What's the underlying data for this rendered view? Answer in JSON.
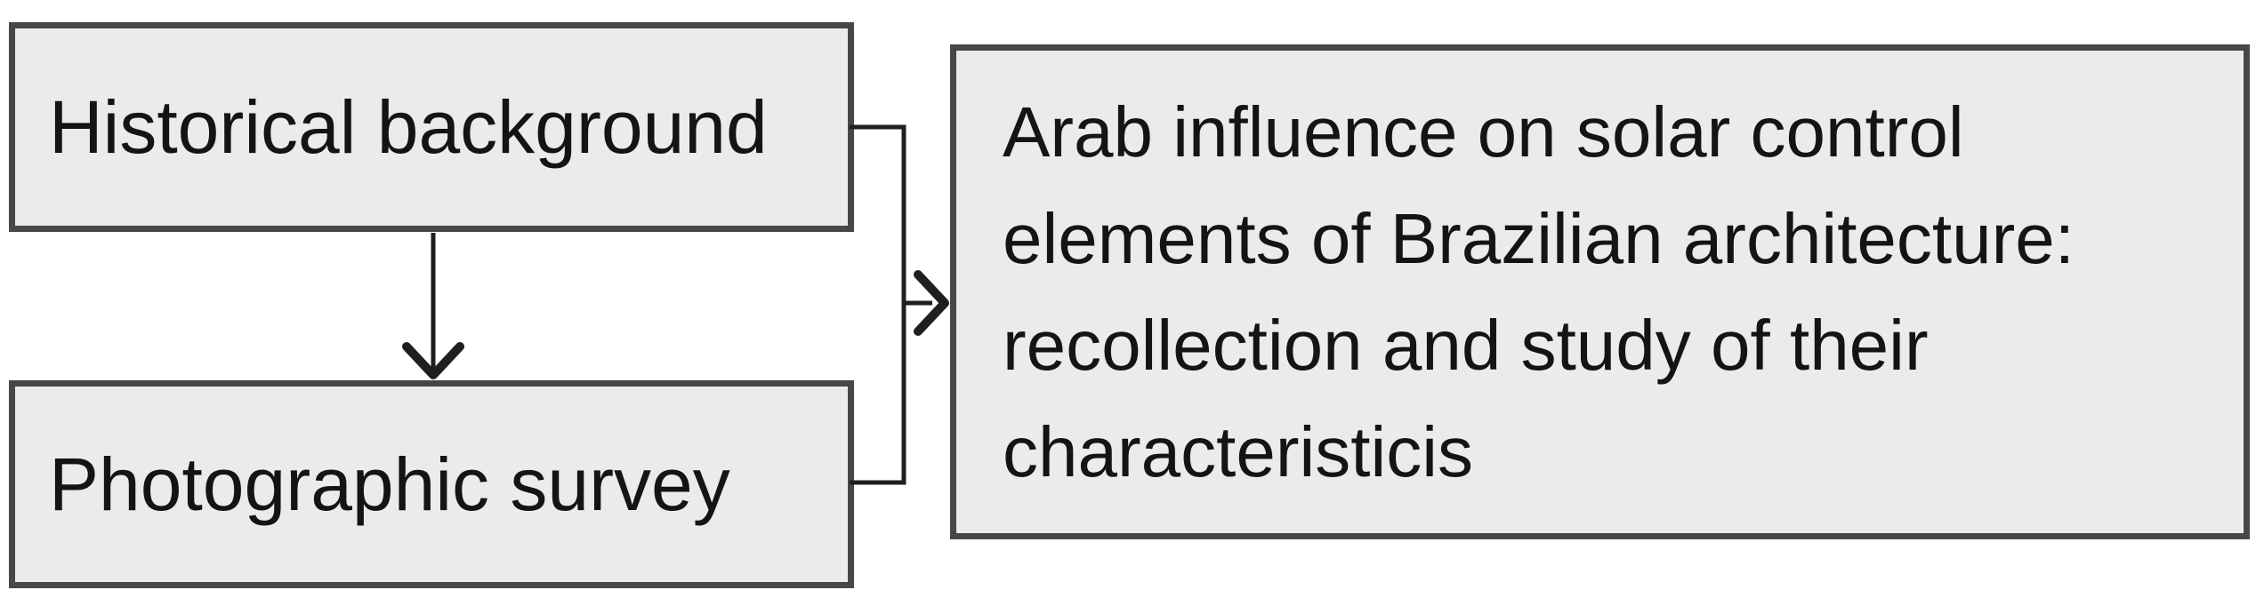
{
  "diagram": {
    "type": "flowchart",
    "colors": {
      "background": "#ffffff",
      "box_fill": "#ebebeb",
      "box_border": "#474747",
      "connector": "#1f1f1f",
      "text": "#141414"
    },
    "nodes": [
      {
        "id": "historical-background",
        "label": "Historical background"
      },
      {
        "id": "photographic-survey",
        "label": "Photographic survey"
      },
      {
        "id": "research-topic",
        "label": "Arab influence on solar control elements of Brazilian architecture: recollection and study of their characteristicis",
        "lines": [
          "Arab influence on solar control",
          "elements of Brazilian architecture:",
          "recollection and study of their",
          "characteristicis"
        ]
      }
    ],
    "edges": [
      {
        "from": "historical-background",
        "to": "photographic-survey",
        "style": "open-arrowhead-down"
      },
      {
        "from": "historical-background + photographic-survey",
        "to": "research-topic",
        "style": "merged-bracket-arrow-right"
      }
    ]
  }
}
